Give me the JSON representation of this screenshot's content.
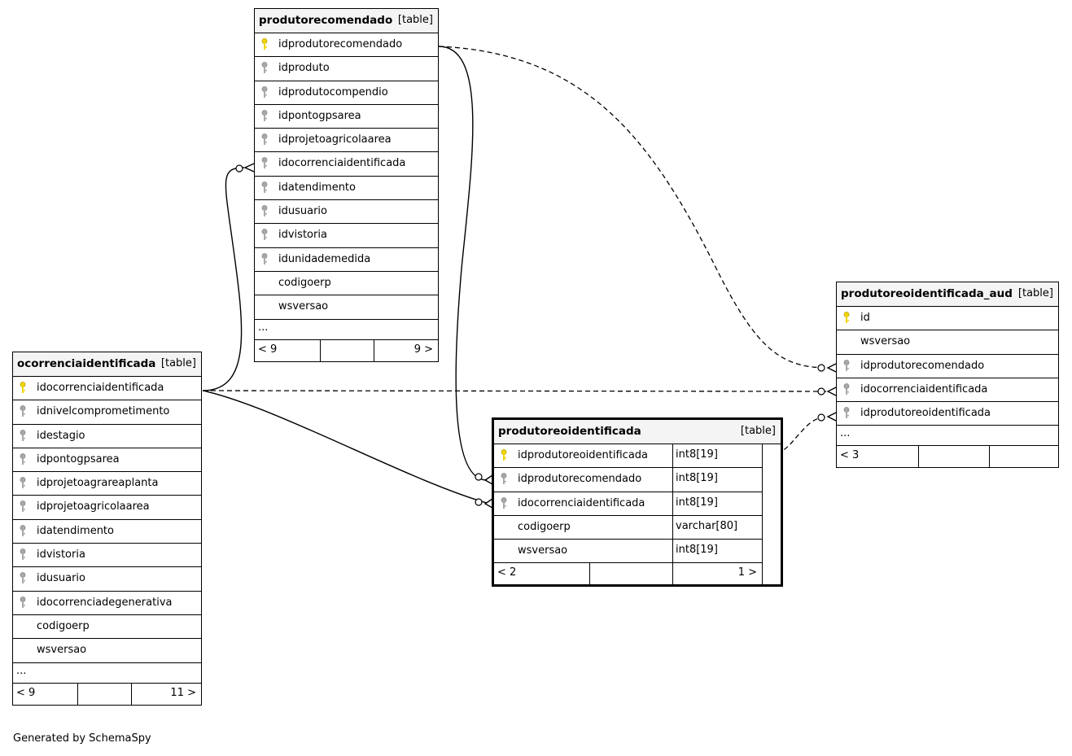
{
  "credit": "Generated by SchemaSpy",
  "colors": {
    "primary_key": "#f2d600",
    "foreign_key": "#a8a8a8",
    "header_bg": "#f4f4f4"
  },
  "tables": {
    "produtorecomendado": {
      "name": "produtorecomendado",
      "kind": "[table]",
      "columns": [
        {
          "name": "idprodutorecomendado",
          "key": "primary"
        },
        {
          "name": "idproduto",
          "key": "foreign"
        },
        {
          "name": "idprodutocompendio",
          "key": "foreign"
        },
        {
          "name": "idpontogpsarea",
          "key": "foreign"
        },
        {
          "name": "idprojetoagricolaarea",
          "key": "foreign"
        },
        {
          "name": "idocorrenciaidentificada",
          "key": "foreign"
        },
        {
          "name": "idatendimento",
          "key": "foreign"
        },
        {
          "name": "idusuario",
          "key": "foreign"
        },
        {
          "name": "idvistoria",
          "key": "foreign"
        },
        {
          "name": "idunidademedida",
          "key": "foreign"
        },
        {
          "name": "codigoerp",
          "key": "none"
        },
        {
          "name": "wsversao",
          "key": "none"
        }
      ],
      "ellipsis": "...",
      "parents": "< 9",
      "children": "9 >"
    },
    "ocorrenciaidentificada": {
      "name": "ocorrenciaidentificada",
      "kind": "[table]",
      "columns": [
        {
          "name": "idocorrenciaidentificada",
          "key": "primary"
        },
        {
          "name": "idnivelcomprometimento",
          "key": "foreign"
        },
        {
          "name": "idestagio",
          "key": "foreign"
        },
        {
          "name": "idpontogpsarea",
          "key": "foreign"
        },
        {
          "name": "idprojetoagrareaplanta",
          "key": "foreign"
        },
        {
          "name": "idprojetoagricolaarea",
          "key": "foreign"
        },
        {
          "name": "idatendimento",
          "key": "foreign"
        },
        {
          "name": "idvistoria",
          "key": "foreign"
        },
        {
          "name": "idusuario",
          "key": "foreign"
        },
        {
          "name": "idocorrenciadegenerativa",
          "key": "foreign"
        },
        {
          "name": "codigoerp",
          "key": "none"
        },
        {
          "name": "wsversao",
          "key": "none"
        }
      ],
      "ellipsis": "...",
      "parents": "< 9",
      "children": "11 >"
    },
    "produtoreoidentificada": {
      "name": "produtoreoidentificada",
      "kind": "[table]",
      "columns": [
        {
          "name": "idprodutoreoidentificada",
          "key": "primary",
          "type": "int8[19]"
        },
        {
          "name": "idprodutorecomendado",
          "key": "foreign",
          "type": "int8[19]"
        },
        {
          "name": "idocorrenciaidentificada",
          "key": "foreign",
          "type": "int8[19]"
        },
        {
          "name": "codigoerp",
          "key": "none",
          "type": "varchar[80]"
        },
        {
          "name": "wsversao",
          "key": "none",
          "type": "int8[19]"
        }
      ],
      "parents": "< 2",
      "children": "1 >"
    },
    "produtoreoidentificada_aud": {
      "name": "produtoreoidentificada_aud",
      "kind": "[table]",
      "columns": [
        {
          "name": "id",
          "key": "primary"
        },
        {
          "name": "wsversao",
          "key": "none"
        },
        {
          "name": "idprodutorecomendado",
          "key": "foreign"
        },
        {
          "name": "idocorrenciaidentificada",
          "key": "foreign"
        },
        {
          "name": "idprodutoreoidentificada",
          "key": "foreign"
        }
      ],
      "ellipsis": "...",
      "parents": "< 3",
      "children": ""
    }
  }
}
